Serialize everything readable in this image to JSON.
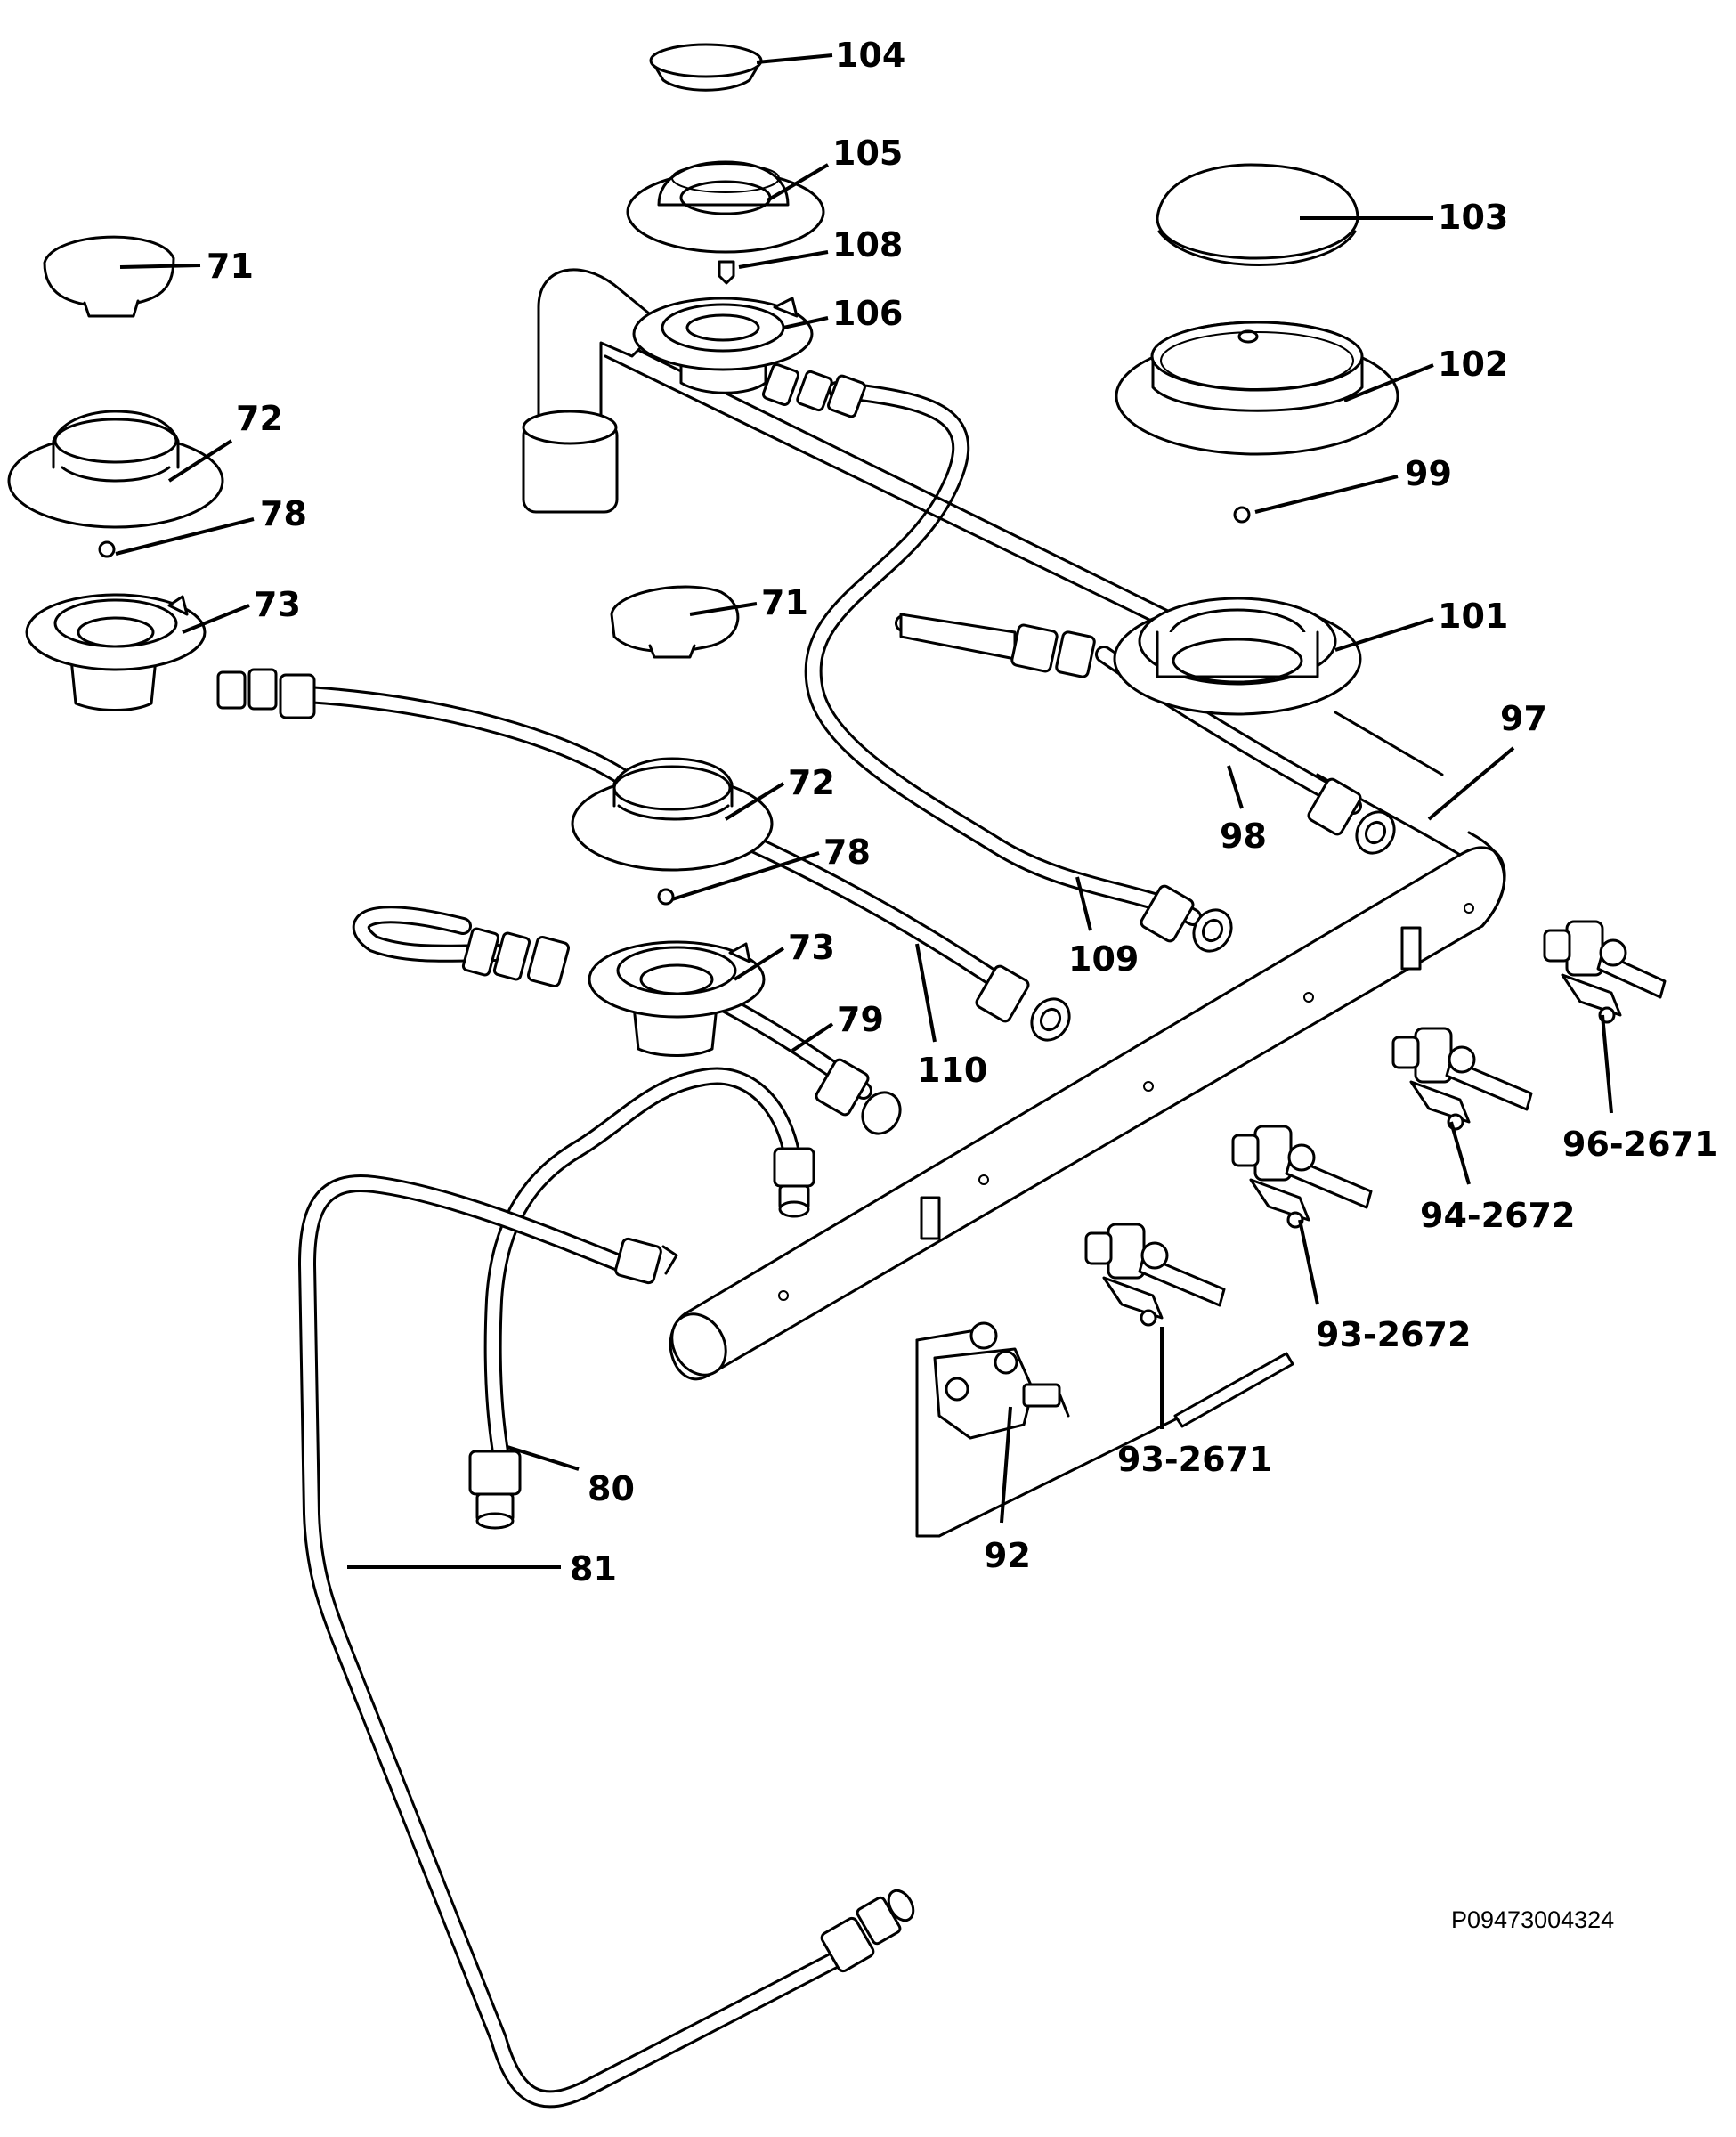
{
  "diagram": {
    "reference_code": "P09473004324",
    "callouts": [
      {
        "id": "c104",
        "label": "104"
      },
      {
        "id": "c105",
        "label": "105"
      },
      {
        "id": "c108",
        "label": "108"
      },
      {
        "id": "c106",
        "label": "106"
      },
      {
        "id": "c103",
        "label": "103"
      },
      {
        "id": "c102",
        "label": "102"
      },
      {
        "id": "c99",
        "label": "99"
      },
      {
        "id": "c101",
        "label": "101"
      },
      {
        "id": "c97",
        "label": "97"
      },
      {
        "id": "c98",
        "label": "98"
      },
      {
        "id": "c109",
        "label": "109"
      },
      {
        "id": "c71a",
        "label": "71"
      },
      {
        "id": "c72a",
        "label": "72"
      },
      {
        "id": "c78a",
        "label": "78"
      },
      {
        "id": "c73a",
        "label": "73"
      },
      {
        "id": "c71b",
        "label": "71"
      },
      {
        "id": "c72b",
        "label": "72"
      },
      {
        "id": "c78b",
        "label": "78"
      },
      {
        "id": "c73b",
        "label": "73"
      },
      {
        "id": "c79",
        "label": "79"
      },
      {
        "id": "c110",
        "label": "110"
      },
      {
        "id": "c96",
        "label": "96-2671"
      },
      {
        "id": "c94",
        "label": "94-2672"
      },
      {
        "id": "c93b",
        "label": "93-2672"
      },
      {
        "id": "c93a",
        "label": "93-2671"
      },
      {
        "id": "c92",
        "label": "92"
      },
      {
        "id": "c80",
        "label": "80"
      },
      {
        "id": "c81",
        "label": "81"
      }
    ]
  }
}
